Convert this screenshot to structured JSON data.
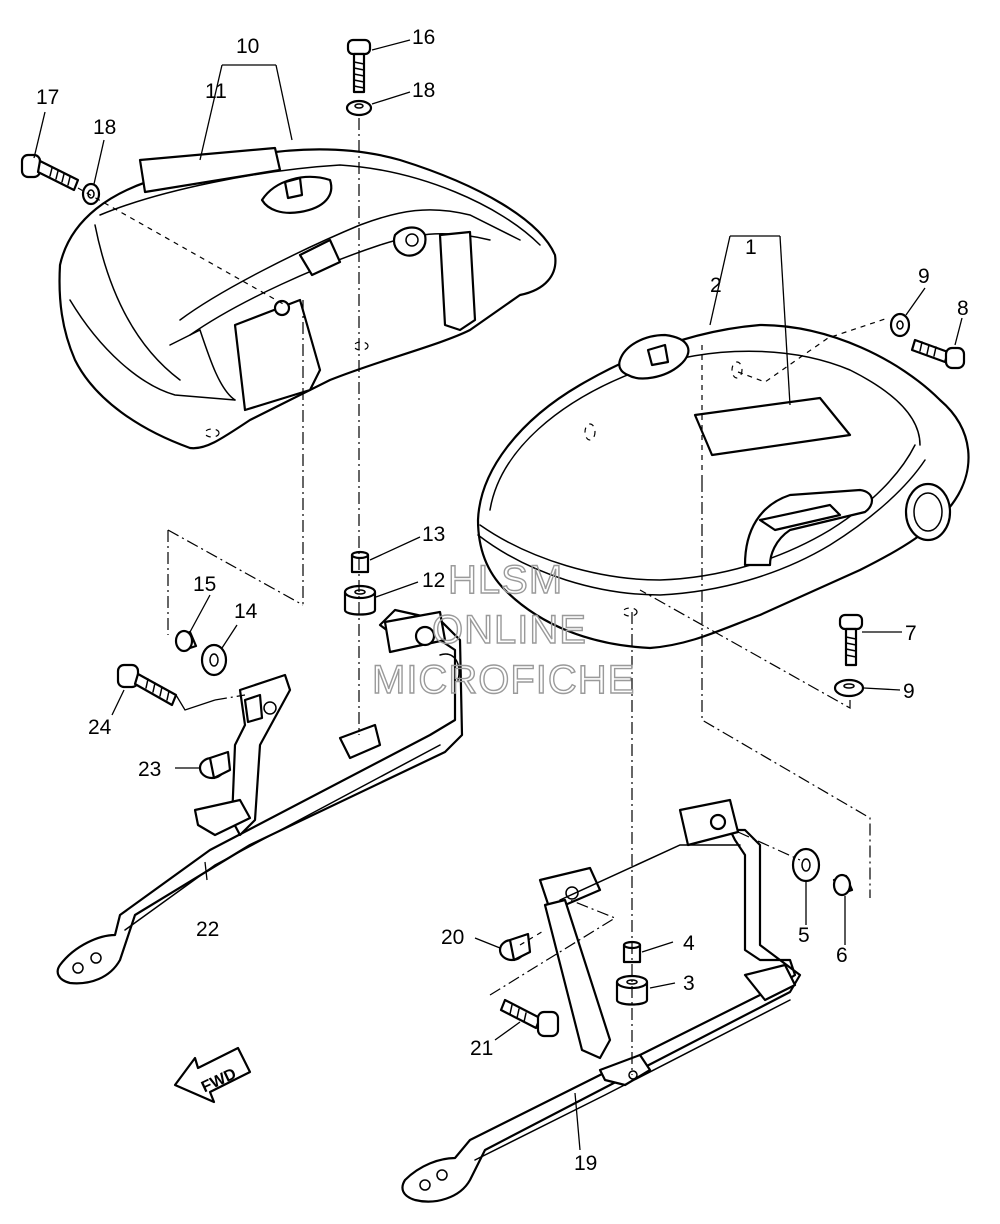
{
  "diagram": {
    "callouts": [
      {
        "id": "c1",
        "label": "1"
      },
      {
        "id": "c2",
        "label": "2"
      },
      {
        "id": "c3",
        "label": "3"
      },
      {
        "id": "c4",
        "label": "4"
      },
      {
        "id": "c5",
        "label": "5"
      },
      {
        "id": "c6",
        "label": "6"
      },
      {
        "id": "c7",
        "label": "7"
      },
      {
        "id": "c8",
        "label": "8"
      },
      {
        "id": "c9a",
        "label": "9"
      },
      {
        "id": "c9b",
        "label": "9"
      },
      {
        "id": "c10",
        "label": "10"
      },
      {
        "id": "c11",
        "label": "11"
      },
      {
        "id": "c12",
        "label": "12"
      },
      {
        "id": "c13",
        "label": "13"
      },
      {
        "id": "c14",
        "label": "14"
      },
      {
        "id": "c15",
        "label": "15"
      },
      {
        "id": "c16",
        "label": "16"
      },
      {
        "id": "c17",
        "label": "17"
      },
      {
        "id": "c18a",
        "label": "18"
      },
      {
        "id": "c18b",
        "label": "18"
      },
      {
        "id": "c19",
        "label": "19"
      },
      {
        "id": "c20",
        "label": "20"
      },
      {
        "id": "c21",
        "label": "21"
      },
      {
        "id": "c22",
        "label": "22"
      },
      {
        "id": "c23",
        "label": "23"
      },
      {
        "id": "c24",
        "label": "24"
      }
    ],
    "direction_label": "FWD",
    "watermark": [
      "HLSM",
      "ONLINE",
      "MICROFICHE"
    ]
  }
}
